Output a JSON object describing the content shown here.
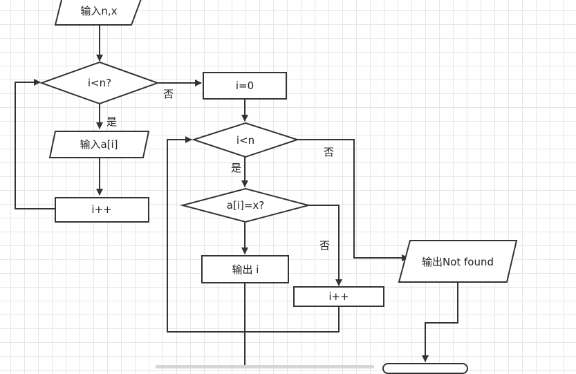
{
  "nodes": {
    "input_nx": "输入n,x",
    "cond_i_lt_n_q": "i<n?",
    "input_ai": "输入a[i]",
    "inc1": "i++",
    "init_i0": "i=0",
    "cond_i_lt_n": "i<n",
    "cond_ai_eq_x": "a[i]=x?",
    "output_i": "输出 i",
    "inc2": "i++",
    "output_not_found": "输出Not found"
  },
  "edge_labels": {
    "no_1": "否",
    "yes_1": "是",
    "no_2": "否",
    "yes_2": "是",
    "no_3": "否"
  }
}
